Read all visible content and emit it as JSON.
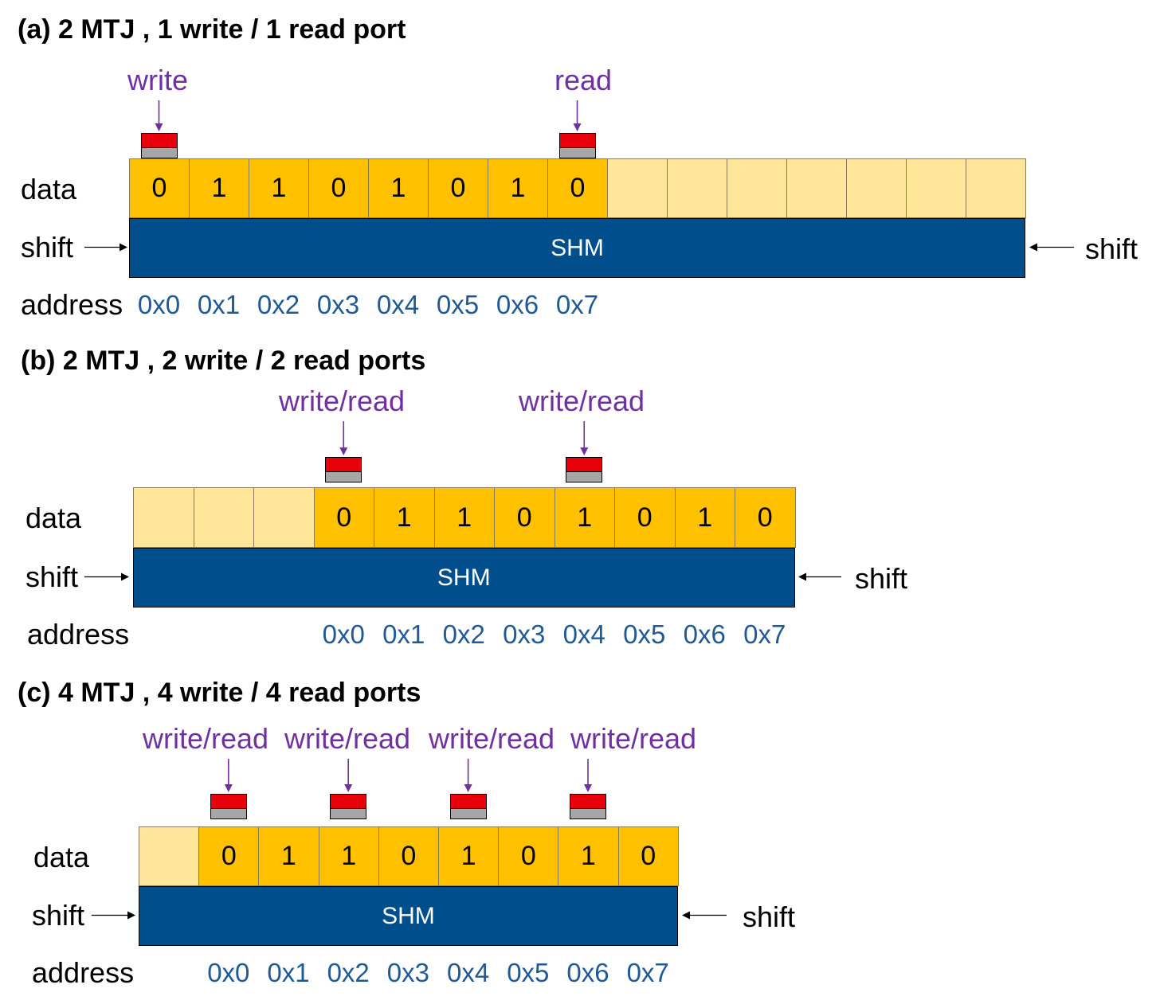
{
  "panels": [
    {
      "title": "(a) 2 MTJ , 1 write / 1 read port",
      "labels": {
        "data": "data",
        "shift_left": "shift",
        "shift_right": "shift",
        "address": "address",
        "shm": "SHM"
      },
      "cells": [
        {
          "value": "0",
          "state": "filled"
        },
        {
          "value": "1",
          "state": "filled"
        },
        {
          "value": "1",
          "state": "filled"
        },
        {
          "value": "0",
          "state": "filled"
        },
        {
          "value": "1",
          "state": "filled"
        },
        {
          "value": "0",
          "state": "filled"
        },
        {
          "value": "1",
          "state": "filled"
        },
        {
          "value": "0",
          "state": "filled"
        },
        {
          "value": "",
          "state": "empty"
        },
        {
          "value": "",
          "state": "empty"
        },
        {
          "value": "",
          "state": "empty"
        },
        {
          "value": "",
          "state": "empty"
        },
        {
          "value": "",
          "state": "empty"
        },
        {
          "value": "",
          "state": "empty"
        },
        {
          "value": "",
          "state": "empty"
        }
      ],
      "ports": [
        {
          "label": "write",
          "cell": 0
        },
        {
          "label": "read",
          "cell": 7
        }
      ],
      "addresses": [
        "0x0",
        "0x1",
        "0x2",
        "0x3",
        "0x4",
        "0x5",
        "0x6",
        "0x7"
      ],
      "address_start_cell": 0
    },
    {
      "title": "(b) 2 MTJ , 2 write / 2 read ports",
      "labels": {
        "data": "data",
        "shift_left": "shift",
        "shift_right": "shift",
        "address": "address",
        "shm": "SHM"
      },
      "cells": [
        {
          "value": "",
          "state": "empty"
        },
        {
          "value": "",
          "state": "empty"
        },
        {
          "value": "",
          "state": "empty"
        },
        {
          "value": "0",
          "state": "filled"
        },
        {
          "value": "1",
          "state": "filled"
        },
        {
          "value": "1",
          "state": "filled"
        },
        {
          "value": "0",
          "state": "filled"
        },
        {
          "value": "1",
          "state": "filled"
        },
        {
          "value": "0",
          "state": "filled"
        },
        {
          "value": "1",
          "state": "filled"
        },
        {
          "value": "0",
          "state": "filled"
        }
      ],
      "ports": [
        {
          "label": "write/read",
          "cell": 3
        },
        {
          "label": "write/read",
          "cell": 7
        }
      ],
      "addresses": [
        "0x0",
        "0x1",
        "0x2",
        "0x3",
        "0x4",
        "0x5",
        "0x6",
        "0x7"
      ],
      "address_start_cell": 3
    },
    {
      "title": "(c) 4 MTJ , 4 write / 4 read ports",
      "labels": {
        "data": "data",
        "shift_left": "shift",
        "shift_right": "shift",
        "address": "address",
        "shm": "SHM"
      },
      "cells": [
        {
          "value": "",
          "state": "empty"
        },
        {
          "value": "0",
          "state": "filled"
        },
        {
          "value": "1",
          "state": "filled"
        },
        {
          "value": "1",
          "state": "filled"
        },
        {
          "value": "0",
          "state": "filled"
        },
        {
          "value": "1",
          "state": "filled"
        },
        {
          "value": "0",
          "state": "filled"
        },
        {
          "value": "1",
          "state": "filled"
        },
        {
          "value": "0",
          "state": "filled"
        }
      ],
      "ports": [
        {
          "label": "write/read",
          "cell": 1
        },
        {
          "label": "write/read",
          "cell": 3
        },
        {
          "label": "write/read",
          "cell": 5
        },
        {
          "label": "write/read",
          "cell": 7
        }
      ],
      "addresses": [
        "0x0",
        "0x1",
        "0x2",
        "0x3",
        "0x4",
        "0x5",
        "0x6",
        "0x7"
      ],
      "address_start_cell": 1
    }
  ],
  "colors": {
    "filled": "#ffc000",
    "empty": "#ffe699",
    "shm": "#004f8c",
    "mtj_free": "#e8000b",
    "mtj_fixed": "#a6a6a6",
    "port_label": "#7030a0",
    "address": "#1f5a96"
  }
}
